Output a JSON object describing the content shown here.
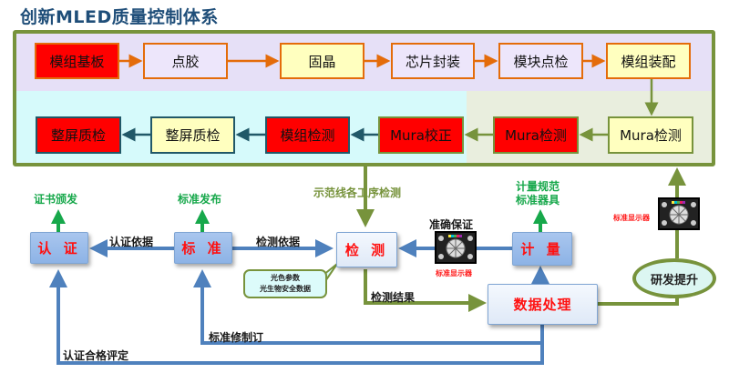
{
  "title": "创新MLED质量控制体系",
  "process": {
    "row1": [
      {
        "label": "模组基板",
        "style": "red"
      },
      {
        "label": "点胶",
        "style": "lavender"
      },
      {
        "label": "固晶",
        "style": "yellow"
      },
      {
        "label": "芯片封装",
        "style": "lavender"
      },
      {
        "label": "模块点检",
        "style": "lavender"
      },
      {
        "label": "模组装配",
        "style": "yellow"
      }
    ],
    "row2": [
      {
        "label": "整屏质检",
        "style": "red"
      },
      {
        "label": "整屏质检",
        "style": "yellow"
      },
      {
        "label": "模组检测",
        "style": "red"
      },
      {
        "label": "Mura校正",
        "style": "red"
      },
      {
        "label": "Mura检测",
        "style": "red"
      },
      {
        "label": "Mura检测",
        "style": "yellow"
      }
    ]
  },
  "nodes": {
    "certification": "认 证",
    "standard": "标 准",
    "testing": "检 测",
    "metrology": "计 量",
    "data_processing": "数据处理",
    "rnd": "研发提升"
  },
  "labels": {
    "cert_issue": "证书颁发",
    "standard_release": "标准发布",
    "demo_line": "示范线各工序检测",
    "metrology_spec_1": "计量规范",
    "metrology_spec_2": "标准器具",
    "cert_basis": "认证依据",
    "test_basis": "检测依据",
    "accuracy": "准确保证",
    "std_display_1": "标准显示器",
    "std_display_2": "标准显示器",
    "test_result": "检测结果",
    "standard_revision": "标准修制订",
    "cert_eval": "认证合格评定"
  },
  "callout": {
    "line1": "光色参数",
    "line2": "光生物安全数据"
  },
  "colors": {
    "title": "#1f4e79",
    "frame": "#77933c",
    "orange": "#e46c0a",
    "blue_line": "#4f81bd",
    "green_arrow": "#17a84b",
    "red_text": "#ff1010"
  }
}
